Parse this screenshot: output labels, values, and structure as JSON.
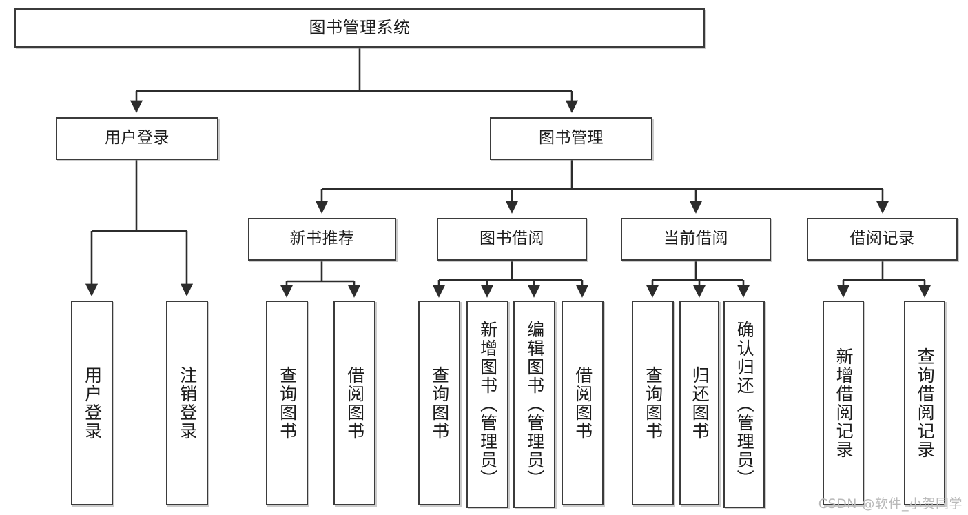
{
  "diagram": {
    "title": "图书管理系统",
    "type": "tree-hierarchy",
    "root": {
      "label": "图书管理系统"
    },
    "level2": [
      {
        "label": "用户登录"
      },
      {
        "label": "图书管理"
      }
    ],
    "level3": [
      {
        "label": "新书推荐"
      },
      {
        "label": "图书借阅"
      },
      {
        "label": "当前借阅"
      },
      {
        "label": "借阅记录"
      }
    ],
    "leaves": {
      "user_login": [
        {
          "label": "用户登录"
        },
        {
          "label": "注销登录"
        }
      ],
      "new_book_recommend": [
        {
          "label": "查询图书"
        },
        {
          "label": "借阅图书"
        }
      ],
      "book_borrow": [
        {
          "label": "查询图书"
        },
        {
          "label": "新增图书（管理员）"
        },
        {
          "label": "编辑图书（管理员）"
        },
        {
          "label": "借阅图书"
        }
      ],
      "current_borrow": [
        {
          "label": "查询图书"
        },
        {
          "label": "归还图书"
        },
        {
          "label": "确认归还（管理员）"
        }
      ],
      "borrow_record": [
        {
          "label": "新增借阅记录"
        },
        {
          "label": "查询借阅记录"
        }
      ]
    }
  },
  "watermark": {
    "text": "CSDN @软件_小贺同学"
  },
  "colors": {
    "border": "#3b3b3b",
    "background": "#ffffff",
    "text": "#1c1c1c",
    "watermark": "#b9b9b9"
  }
}
